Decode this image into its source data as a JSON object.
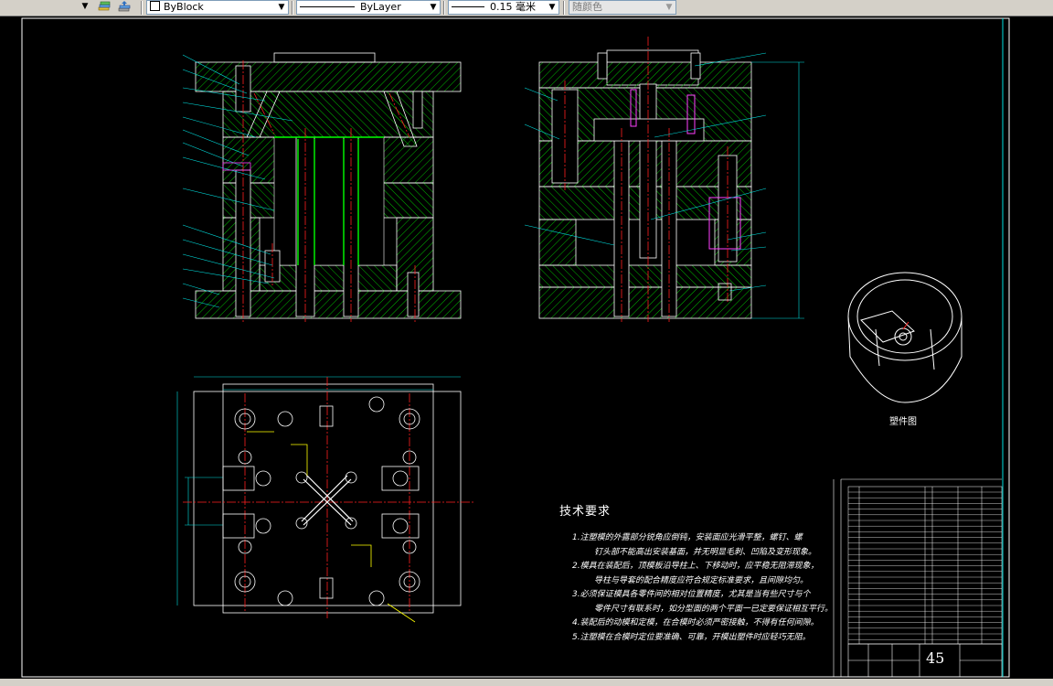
{
  "toolbar": {
    "block_value": "ByBlock",
    "linetype_value": "ByLayer",
    "lineweight_value": "0.15 毫米",
    "plotstyle_value": "随颜色",
    "icons": [
      "layer-states-icon",
      "layer-previous-icon"
    ]
  },
  "drawing": {
    "tech_title": "技术要求",
    "tech_items": [
      "1.注塑模的外露部分锐角应倒钝，安装面应光滑平整，螺钉、螺",
      "钉头部不能高出安装基面，并无明显毛刺、凹陷及变形现象。",
      "2.模具在装配后，顶模板沿导柱上、下移动时，应平稳无阻滞现象，",
      "导柱与导套的配合精度应符合规定标准要求，且间隙均匀。",
      "3.必须保证模具各零件间的相对位置精度，尤其是当有些尺寸与个",
      "零件尺寸有联系时，如分型面的两个平面一已定要保证相互平行。",
      "4.装配后的动模和定模，在合模时必须严密接触，不得有任何间隙。",
      "5.注塑模在合模时定位要准确、可靠，开模出塑件时应轻巧无阻。"
    ],
    "part_label": "塑件图",
    "title_number": "45",
    "colors": {
      "background": "#000000",
      "hatch": "#00cc00",
      "outline": "#ffffff",
      "centerline": "#ff2020",
      "leader": "#00e0e0",
      "ejector": "#ff40ff",
      "highlight": "#ffff00"
    }
  }
}
